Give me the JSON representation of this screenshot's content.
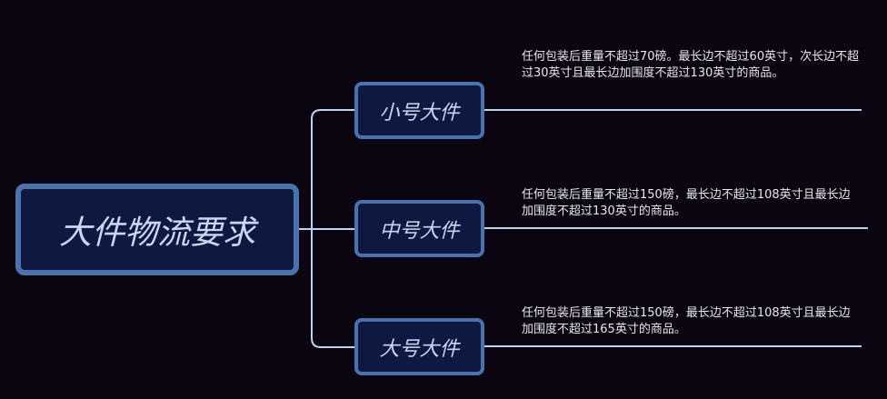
{
  "root": {
    "label": "大件物流要求"
  },
  "branches": [
    {
      "label": "小号大件",
      "description": "任何包装后重量不超过70磅。最长边不超过60英寸，次长边不超过30英寸且最长边加围度不超过130英寸的商品。"
    },
    {
      "label": "中号大件",
      "description": " 任何包装后重量不超过150磅，最长边不超过108英寸且最长边加围度不超过130英寸的商品。"
    },
    {
      "label": "大号大件",
      "description": "任何包装后重量不超过150磅，最长边不超过108英寸且最长边加围度不超过165英寸的商品。"
    }
  ],
  "colors": {
    "background": "#0a0510",
    "node_fill": "#0f1840",
    "node_border": "#4b72ad",
    "node_text": "#c9d8f2",
    "line": "#bcd4ee",
    "description_text": "#e6e8ee"
  }
}
